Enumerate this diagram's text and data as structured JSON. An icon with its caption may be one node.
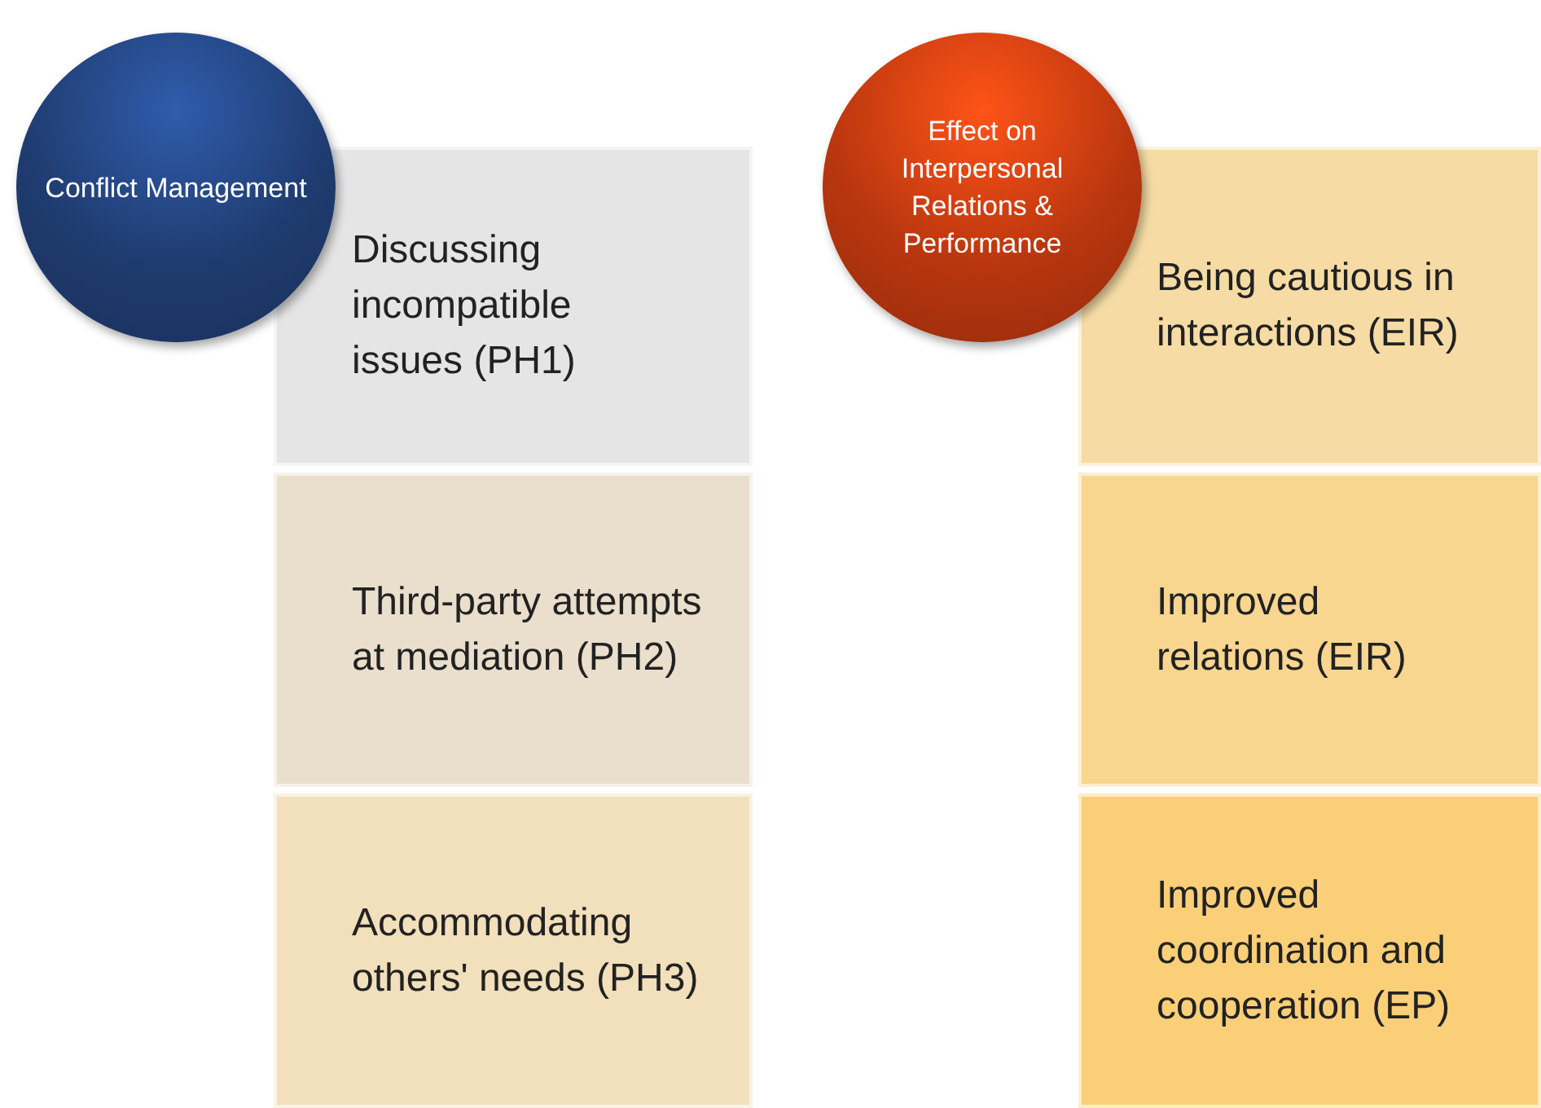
{
  "diagram": {
    "nodes": [
      {
        "text": [
          "Conflict Management"
        ]
      },
      {
        "text": [
          "Discussing incompatible issues (PH1)"
        ]
      },
      {
        "text": [
          "Third-party attempts at mediation (PH2)"
        ]
      },
      {
        "text": [
          "Accommodating others' needs (PH3)"
        ]
      },
      {
        "text": [
          "Effect on Interpersonal Relations & Performance"
        ]
      },
      {
        "text": [
          "Being cautious in interactions (EIR)"
        ]
      },
      {
        "text": [
          "Improved relations (EIR)"
        ]
      },
      {
        "text": [
          "Improved coordination and cooperation (EP)"
        ]
      }
    ]
  }
}
